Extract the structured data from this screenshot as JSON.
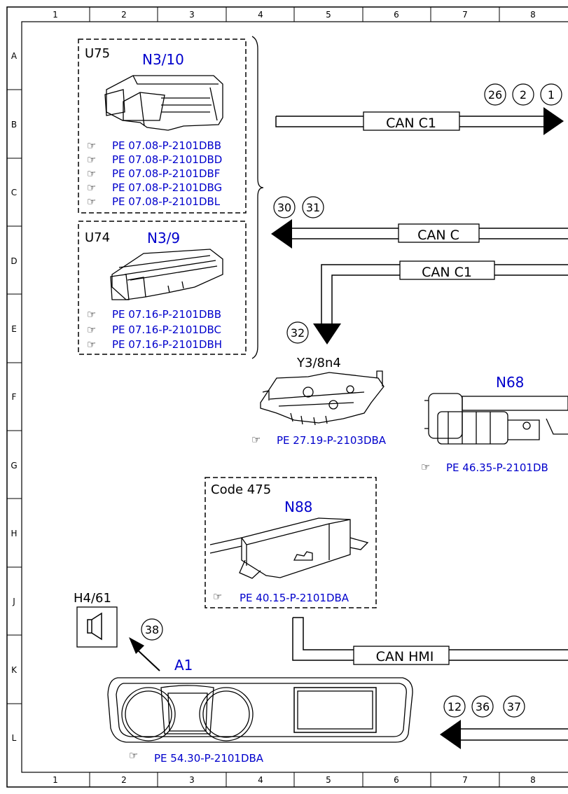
{
  "grid": {
    "columns": [
      "1",
      "2",
      "3",
      "4",
      "5",
      "6",
      "7",
      "8"
    ],
    "rows": [
      "A",
      "B",
      "C",
      "D",
      "E",
      "F",
      "G",
      "H",
      "J",
      "K",
      "L"
    ]
  },
  "u75": {
    "label": "U75",
    "component": "N3/10",
    "refs": [
      "PE 07.08-P-2101DBB",
      "PE 07.08-P-2101DBD",
      "PE 07.08-P-2101DBF",
      "PE 07.08-P-2101DBG",
      "PE 07.08-P-2101DBL"
    ]
  },
  "u74": {
    "label": "U74",
    "component": "N3/9",
    "refs": [
      "PE 07.16-P-2101DBB",
      "PE 07.16-P-2101DBC",
      "PE 07.16-P-2101DBH"
    ]
  },
  "buses": {
    "can_c1_top": "CAN C1",
    "can_c": "CAN C",
    "can_c1_mid": "CAN C1",
    "can_hmi": "CAN HMI"
  },
  "markers": {
    "top_right": [
      "26",
      "2",
      "1"
    ],
    "can_c": [
      "30",
      "31"
    ],
    "y3": [
      "32"
    ],
    "h4": [
      "38"
    ],
    "bottom": [
      "12",
      "36",
      "37"
    ]
  },
  "y3": {
    "label": "Y3/8n4",
    "ref": "PE 27.19-P-2103DBA"
  },
  "n68": {
    "component": "N68",
    "ref": "PE 46.35-P-2101DB"
  },
  "n88": {
    "code": "Code 475",
    "component": "N88",
    "ref": "PE 40.15-P-2101DBA"
  },
  "h4": {
    "label": "H4/61"
  },
  "a1": {
    "component": "A1",
    "ref": "PE 54.30-P-2101DBA"
  },
  "colors": {
    "component": "#0000cc",
    "line": "#000000"
  }
}
